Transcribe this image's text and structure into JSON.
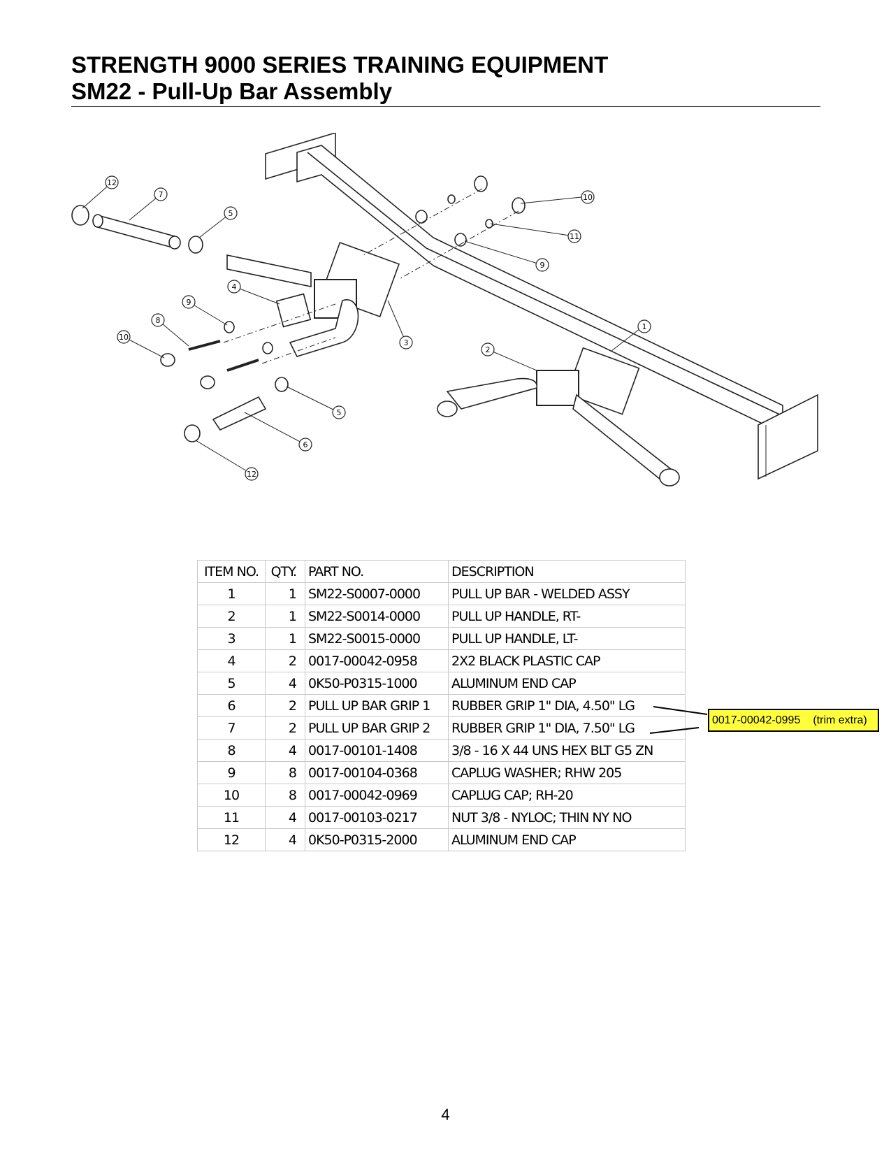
{
  "header": {
    "title": "STRENGTH 9000 SERIES TRAINING EQUIPMENT",
    "subtitle": "SM22 - Pull-Up Bar Assembly"
  },
  "callouts": [
    "12",
    "7",
    "5",
    "4",
    "9",
    "8",
    "10",
    "3",
    "5",
    "6",
    "12",
    "10",
    "11",
    "9",
    "1",
    "2"
  ],
  "table": {
    "headers": [
      "ITEM NO.",
      "QTY.",
      "PART NO.",
      "DESCRIPTION"
    ],
    "rows": [
      [
        "1",
        "1",
        "SM22-S0007-0000",
        "PULL UP BAR - WELDED ASSY"
      ],
      [
        "2",
        "1",
        "SM22-S0014-0000",
        "PULL UP HANDLE, RT-"
      ],
      [
        "3",
        "1",
        "SM22-S0015-0000",
        "PULL UP HANDLE, LT-"
      ],
      [
        "4",
        "2",
        "0017-00042-0958",
        "2X2 BLACK PLASTIC CAP"
      ],
      [
        "5",
        "4",
        "0K50-P0315-1000",
        "ALUMINUM END CAP"
      ],
      [
        "6",
        "2",
        "PULL UP BAR GRIP 1",
        "RUBBER GRIP 1\" DIA, 4.50\" LG"
      ],
      [
        "7",
        "2",
        "PULL UP BAR GRIP 2",
        "RUBBER GRIP 1\" DIA, 7.50\" LG"
      ],
      [
        "8",
        "4",
        "0017-00101-1408",
        "3/8 - 16 X 44 UNS HEX  BLT G5 ZN"
      ],
      [
        "9",
        "8",
        "0017-00104-0368",
        "CAPLUG WASHER; RHW 205"
      ],
      [
        "10",
        "8",
        "0017-00042-0969",
        "CAPLUG CAP; RH-20"
      ],
      [
        "11",
        "4",
        "0017-00103-0217",
        "NUT 3/8 - NYLOC; THIN NY NO"
      ],
      [
        "12",
        "4",
        "0K50-P0315-2000",
        "ALUMINUM END CAP"
      ]
    ]
  },
  "note": {
    "part": "0017-00042-0995",
    "text": "(trim extra)",
    "color": "#ffff3b"
  },
  "page_number": "4"
}
